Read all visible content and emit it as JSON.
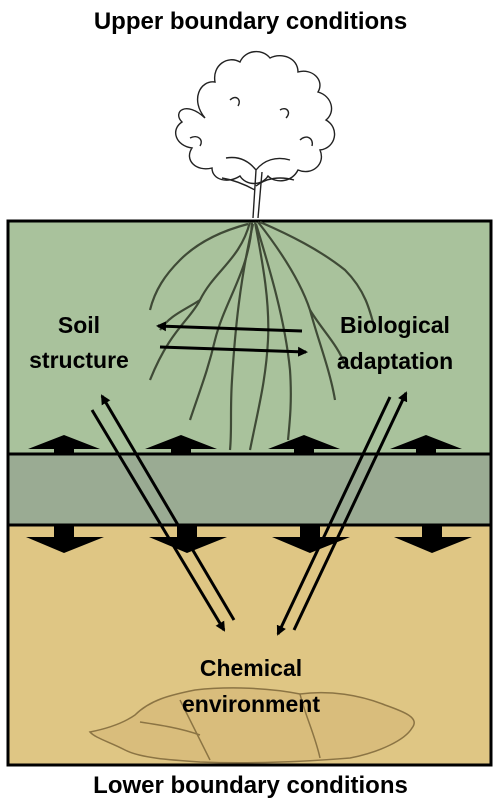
{
  "titles": {
    "upper": "Upper boundary conditions",
    "lower": "Lower boundary conditions"
  },
  "labels": {
    "soil_structure_line1": "Soil",
    "soil_structure_line2": "structure",
    "biological_line1": "Biological",
    "biological_line2": "adaptation",
    "chemical_line1": "Chemical",
    "chemical_line2": "environment"
  },
  "colors": {
    "upper_layer": "#a9c29c",
    "middle_layer": "#9aab93",
    "lower_layer": "#dfc684",
    "outline": "#000000",
    "arrow": "#000000"
  },
  "icons": {
    "tree": "tree-sketch",
    "rock": "rock-sketch"
  }
}
